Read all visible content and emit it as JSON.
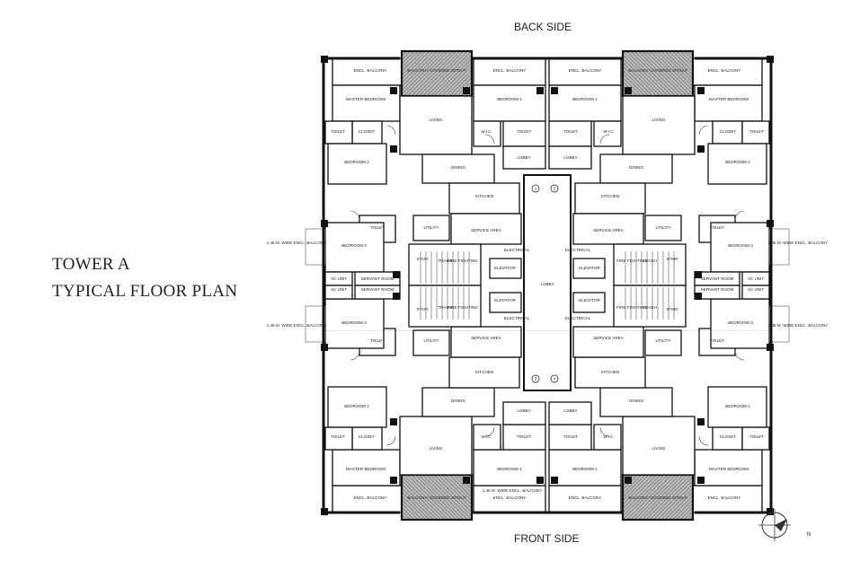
{
  "title": {
    "line1": "TOWER A",
    "line2": "TYPICAL FLOOR PLAN"
  },
  "sides": {
    "back": "BACK SIDE",
    "front": "FRONT SIDE"
  },
  "compass": {
    "north": "N"
  },
  "rooms": {
    "encl_balcony": "ENCL. BALCONY",
    "balcony_sitout": "BALCONY/ COVERED SITOUT",
    "master_bedroom": "MASTER BEDROOM",
    "closet": "CLOSET",
    "toilet": "TOILET",
    "bedroom_2": "BEDROOM 2",
    "living": "LIVING",
    "dining": "DINING",
    "bedroom_1": "BEDROOM 1",
    "wic": "W.I.C",
    "lobby": "LOBBY",
    "kitchen": "KITCHEN",
    "service_area": "SERVICE AREA",
    "utility": "UTILITY",
    "bedroom_3": "BEDROOM 3",
    "side_balcony": "1.45 M. WIDE ENCL. BALCONY",
    "front_balcony": "1.45 M. WIDE ENCL. BALCONY",
    "ac": "AC UNIT",
    "servant_room": "SERVANT ROOM",
    "stair": "STAIR",
    "trash": "TRASH",
    "elevator": "ELEVATOR",
    "lift_lobby": "LOBBY",
    "electrical": "ELECTRICAL",
    "fire_fighting": "FIRE FIGHTING"
  },
  "lift_numbers": [
    "1",
    "2",
    "3",
    "4"
  ],
  "colors": {
    "wall": "#111111",
    "hatch": "#888888"
  }
}
